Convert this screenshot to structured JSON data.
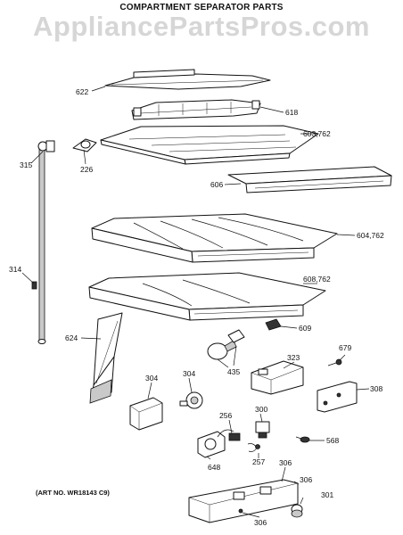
{
  "watermark": "AppliancePartsPros.com",
  "title": "COMPARTMENT SEPARATOR PARTS",
  "art_number": "(ART NO. WR18143 C9)",
  "labels": {
    "l622": "622",
    "l618": "618",
    "l603": "603,762",
    "l315": "315",
    "l226": "226",
    "l606": "606",
    "l604": "604,762",
    "l314": "314",
    "l608": "608,762",
    "l609": "609",
    "l624": "624",
    "l679": "679",
    "l323": "323",
    "l435": "435",
    "l304a": "304",
    "l304b": "304",
    "l308": "308",
    "l256": "256",
    "l300": "300",
    "l568": "568",
    "l648": "648",
    "l257": "257",
    "l306a": "306",
    "l306b": "306",
    "l301": "301",
    "l306c": "306"
  }
}
